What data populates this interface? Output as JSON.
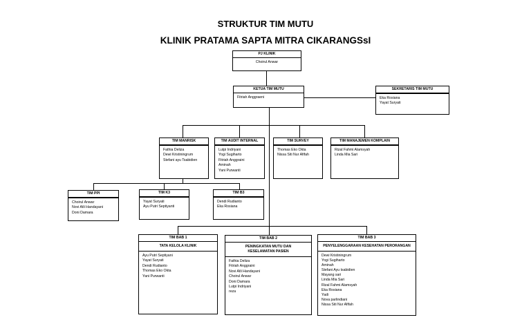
{
  "title": "STRUKTUR TIM MUTU",
  "subtitle": "KLINIK PRATAMA SAPTA MITRA CIKARANGSsI",
  "nodes": {
    "pj_klinik": {
      "header": "PJ KLINIK",
      "members": [
        "Choirul Anwar"
      ]
    },
    "ketua": {
      "header": "KETUA TIM MUTU",
      "members": [
        "Fitriah Anggraeni"
      ]
    },
    "sekretaris": {
      "header": "SEKRETARIS TIM MUTU",
      "members": [
        "Eka Rosiana",
        "Yayat Suryati"
      ]
    },
    "manrisk": {
      "header": "TIM MANRISK",
      "members": [
        "Fathia Deliza",
        "Dewi Kristiningrum",
        "Stefani ayu Tsabidien"
      ]
    },
    "audit": {
      "header": "TIM AUDIT INTERNAL",
      "members": [
        "Lutpi Indriyani",
        "Yogi Sugiharto",
        "Fitriah Anggraini",
        "Aminah",
        "Yani Purwanti"
      ]
    },
    "survey": {
      "header": "TIM SURVEY",
      "members": [
        "Thomas Eko Okta",
        "Nissa Siti Nur Afifah"
      ]
    },
    "komplain": {
      "header": "TIM MANAJEMEN KOMPLAIN",
      "members": [
        "Rizal Fahmi Alamsyah",
        "Linda Mia Sari"
      ]
    },
    "ppi": {
      "header": "TIM PPI",
      "members": [
        "Choirul Anwar",
        "Novi Atli Handayani",
        "Doni Damara"
      ]
    },
    "k3": {
      "header": "TIM K3",
      "members": [
        "Yayat Suryati",
        "Ayu Putri Septiyanti"
      ]
    },
    "b3": {
      "header": "TIM B3",
      "members": [
        "Dendi Rudianto",
        "Eka Rosiana"
      ]
    },
    "bab1": {
      "header": "TIM BAB 1",
      "subheader": "TATA KELOLA KLINIK",
      "members": [
        "Ayu Putri Septiyani",
        "Yayat Suryati",
        "Dendi Rudianto",
        "Thomas Eko Okta",
        "Yani Purwanti"
      ]
    },
    "bab2": {
      "header": "TIM BAB 2",
      "subheader": "PENINGKATAN MUTU DAN KESELAMATAN PASIEN",
      "members": [
        "Fathia Deliza",
        "Fitriah Anggraini",
        "Novi Atli Handayani",
        "Choirul Anwar",
        "Doni Damara",
        "Lutpi Indriyani",
        "reza"
      ]
    },
    "bab3": {
      "header": "TIM BAB 3",
      "subheader": "PENYELENGGARAAN KESEHATAN PERORANGAN",
      "members": [
        "Dewi Kristiningrum",
        "Yogi Sugiharto",
        "Aminah",
        "Stefani Ayu tsabidien",
        "Mayang sari",
        "Linda Mia Sari",
        "Rizal Fahmi Alamsyah",
        "Eka Rosiana",
        "Yadi",
        "Nova  parlindiani",
        "Nissa Siti Nur Afifah"
      ]
    }
  }
}
